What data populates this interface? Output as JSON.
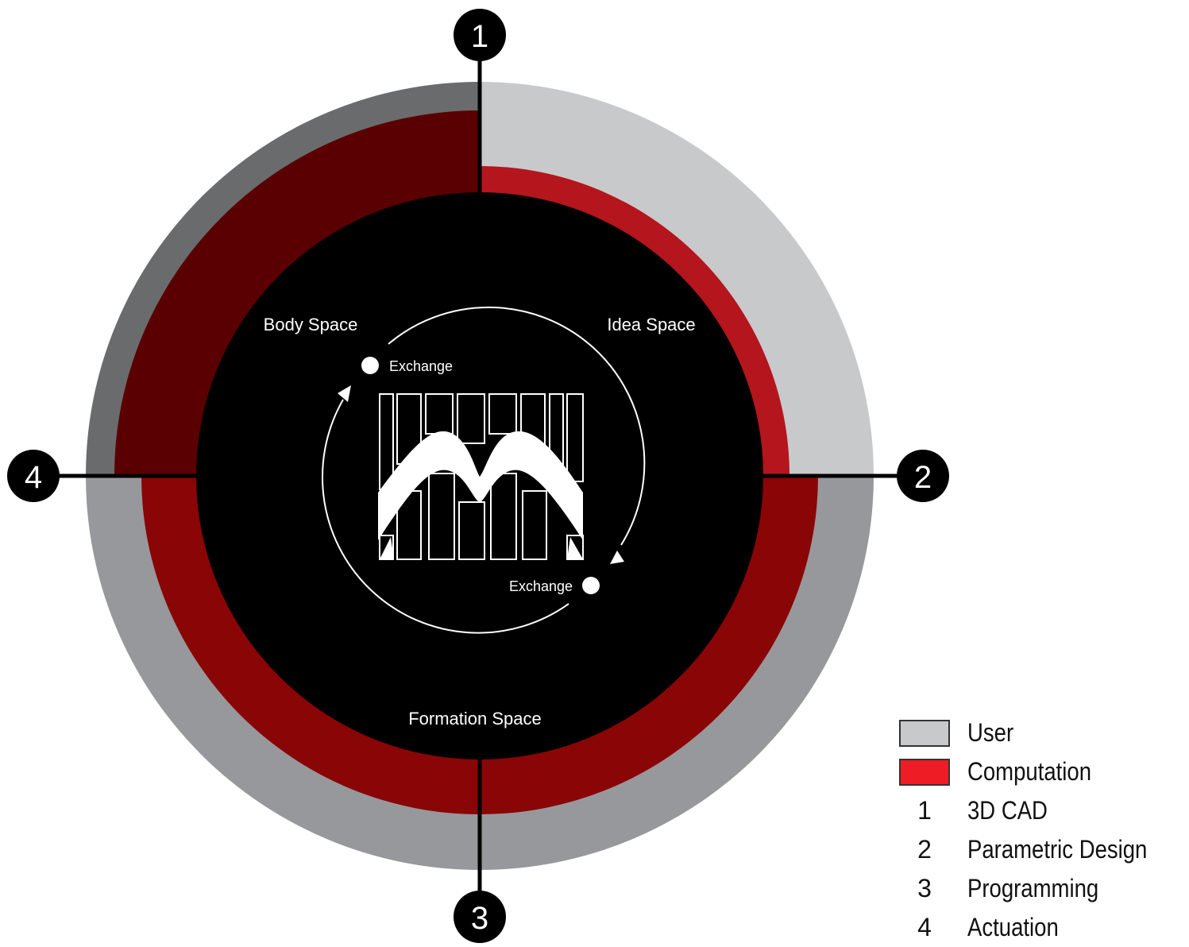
{
  "colors": {
    "user": "#c8c9cb",
    "user_dark": "#6a6b6d",
    "user_mid": "#97989b",
    "computation": "#ee1c24",
    "computation_idea": "#b5151c",
    "computation_body": "#5a0002",
    "computation_other": "#8a0506",
    "core": "#000000"
  },
  "markers": [
    "1",
    "2",
    "3",
    "4"
  ],
  "spaces": {
    "idea": "Idea Space",
    "body": "Body Space",
    "formation": "Formation Space"
  },
  "exchange": [
    "Exchange",
    "Exchange"
  ],
  "legend": {
    "categories": [
      {
        "label": "User",
        "color": "#c8c9cb"
      },
      {
        "label": "Computation",
        "color": "#ee1c24"
      }
    ],
    "steps": [
      {
        "num": "1",
        "label": "3D CAD"
      },
      {
        "num": "2",
        "label": "Parametric Design"
      },
      {
        "num": "3",
        "label": "Programming"
      },
      {
        "num": "4",
        "label": "Actuation"
      }
    ]
  }
}
